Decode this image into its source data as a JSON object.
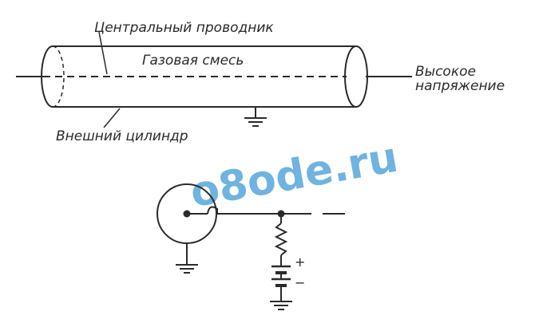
{
  "labels": {
    "central_conductor": "Центральный проводник",
    "gas_mixture": "Газовая смесь",
    "outer_cylinder": "Внешний цилиндр",
    "high_voltage_line1": "Высокое",
    "high_voltage_line2": "напряжение"
  },
  "battery": {
    "plus": "+",
    "minus": "−"
  },
  "watermark": "o8ode.ru",
  "colors": {
    "ink": "#2a2a2a",
    "watermark": "#3f9ad6"
  }
}
